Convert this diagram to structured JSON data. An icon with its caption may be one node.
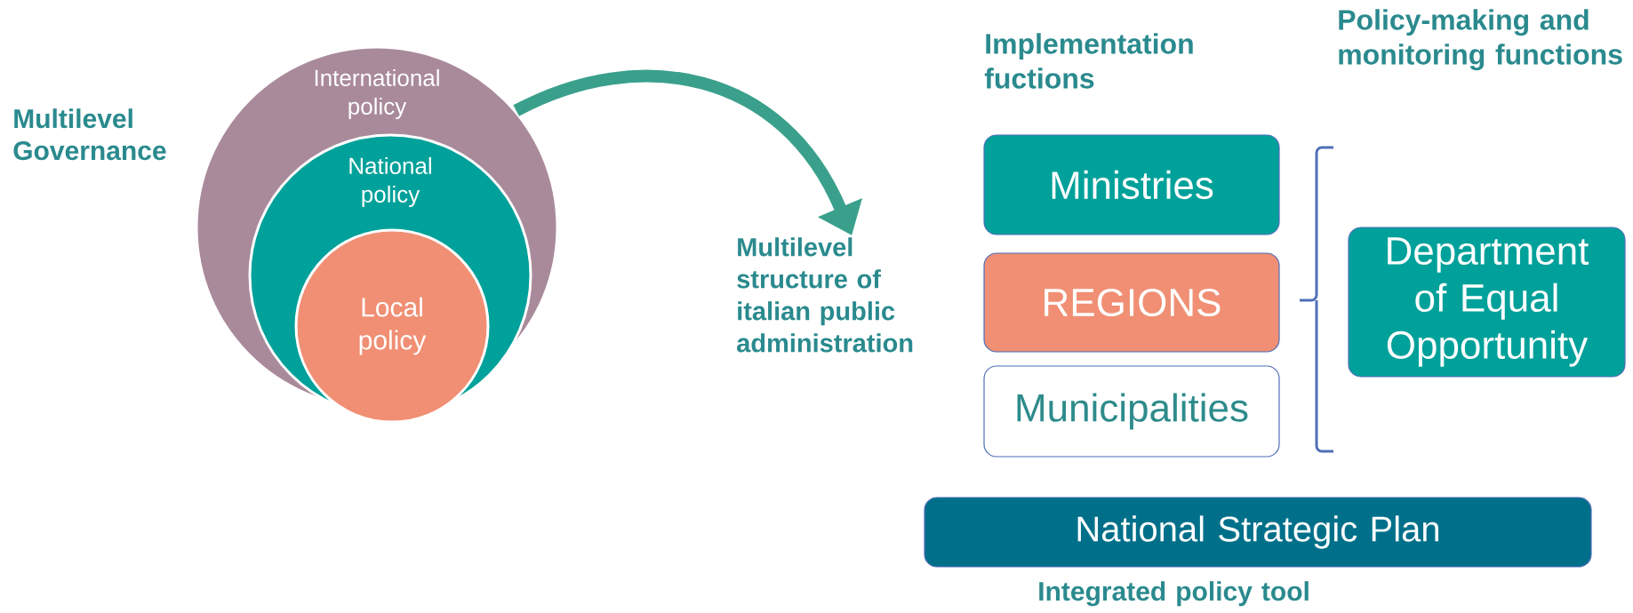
{
  "diagram": {
    "nodes": [
      {
        "text": [
          "International policy"
        ]
      },
      {
        "text": [
          "National policy"
        ],
        "in": 0
      },
      {
        "text": [
          "Local policy"
        ],
        "in": 1
      },
      {
        "text": [
          "Multilevel structure of italian public administration"
        ]
      },
      {
        "text": [
          "Ministries"
        ]
      },
      {
        "text": [
          "REGIONS"
        ]
      },
      {
        "text": [
          "Municipalities"
        ]
      },
      {
        "text": [
          "Department of Equal Opportunity"
        ]
      },
      {
        "text": [
          "National Strategic Plan"
        ]
      }
    ],
    "edges": [
      {
        "from": 0,
        "to": 3,
        "arrow": "to"
      }
    ],
    "labels": [
      "Multilevel Governance",
      "Implementation fuctions",
      "Policy-making and monitoring functions",
      "Integrated policy tool"
    ]
  }
}
